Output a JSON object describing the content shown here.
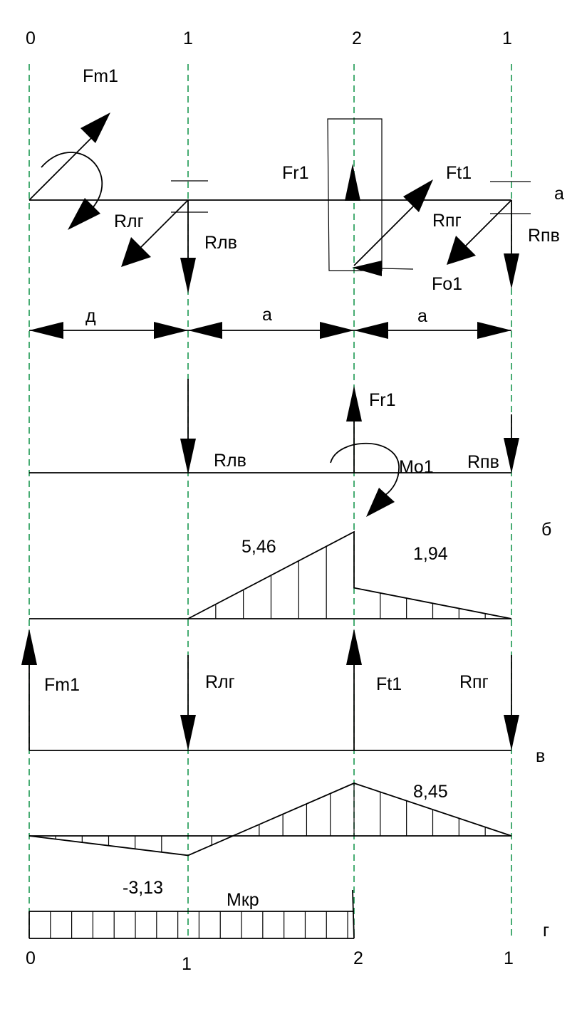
{
  "sections": {
    "top": [
      "0",
      "1",
      "2",
      "1"
    ],
    "bottom": [
      "0",
      "1",
      "2",
      "1"
    ]
  },
  "views": {
    "a": "а",
    "b": "б",
    "v": "в",
    "g": "г"
  },
  "forces": {
    "fm1": "Fm1",
    "fr1": "Fr1",
    "ft1": "Ft1",
    "fo1": "Fo1",
    "r_lg": "Rлг",
    "r_lv": "Rлв",
    "r_pg": "Rпг",
    "r_pv": "Rпв",
    "mo1": "Mo1",
    "mkr": "Мкр"
  },
  "dimensions": {
    "d": "д",
    "a1": "а",
    "a2": "а"
  },
  "moments_vertical": {
    "left_peak": "5,46",
    "right_peak": "1,94",
    "left_value": 5.46,
    "right_value": 1.94
  },
  "moments_horizontal": {
    "min_label": "-3,13",
    "max_label": "8,45",
    "min_value": -3.13,
    "max_value": 8.45
  },
  "colors": {
    "guide": "#1a9850",
    "ink": "#000000"
  }
}
